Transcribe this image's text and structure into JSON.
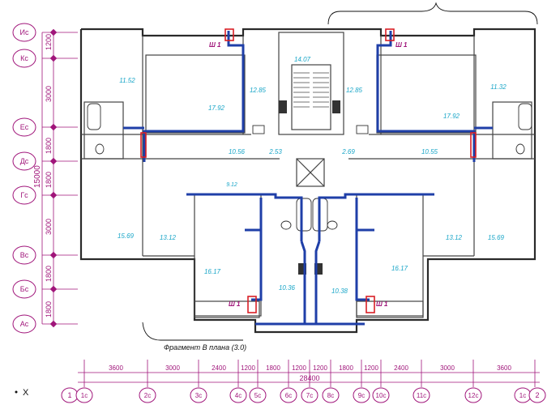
{
  "title_note": "Фрагмент В плана (3.0)",
  "corner_label": "Х",
  "axes_left": [
    "Ис",
    "Кс",
    "Ес",
    "Дс",
    "Гс",
    "Вс",
    "Бс",
    "Ас"
  ],
  "dims_left": [
    "1200",
    "3000",
    "1800",
    "1800",
    "3000",
    "1800",
    "1800"
  ],
  "dim_left_total": "15000",
  "axes_bottom": [
    "1",
    "1с",
    "2с",
    "3с",
    "4с",
    "5с",
    "6с",
    "7с",
    "8с",
    "9с",
    "10с",
    "11с",
    "12с",
    "1с",
    "2"
  ],
  "dims_bottom": [
    "3600",
    "3000",
    "2400",
    "1200",
    "1800",
    "1200",
    "1200",
    "1800",
    "1200",
    "2400",
    "3000",
    "3600"
  ],
  "dim_bottom_total": "28400",
  "rooms": {
    "stair": "14.07",
    "hall_l": "10.56",
    "hall_r": "10.55",
    "tl_room": "11.52",
    "tl_big": "17.92",
    "tl_kitchen": "12.85",
    "tr_kitchen": "12.85",
    "tr_big": "17.92",
    "tr_room": "11.32",
    "small_l": "2.53",
    "small_r": "2.69",
    "mid_l": "9.12",
    "bl_far": "15.69",
    "bl_near": "13.12",
    "br_near": "13.12",
    "br_far": "15.69",
    "bl_low": "16.17",
    "br_low": "16.17",
    "bath_l": "10.36",
    "bath_r": "10.38"
  },
  "riser_tags": [
    "Ш 1",
    "Ш 1",
    "Ш 1",
    "Ш 1"
  ]
}
